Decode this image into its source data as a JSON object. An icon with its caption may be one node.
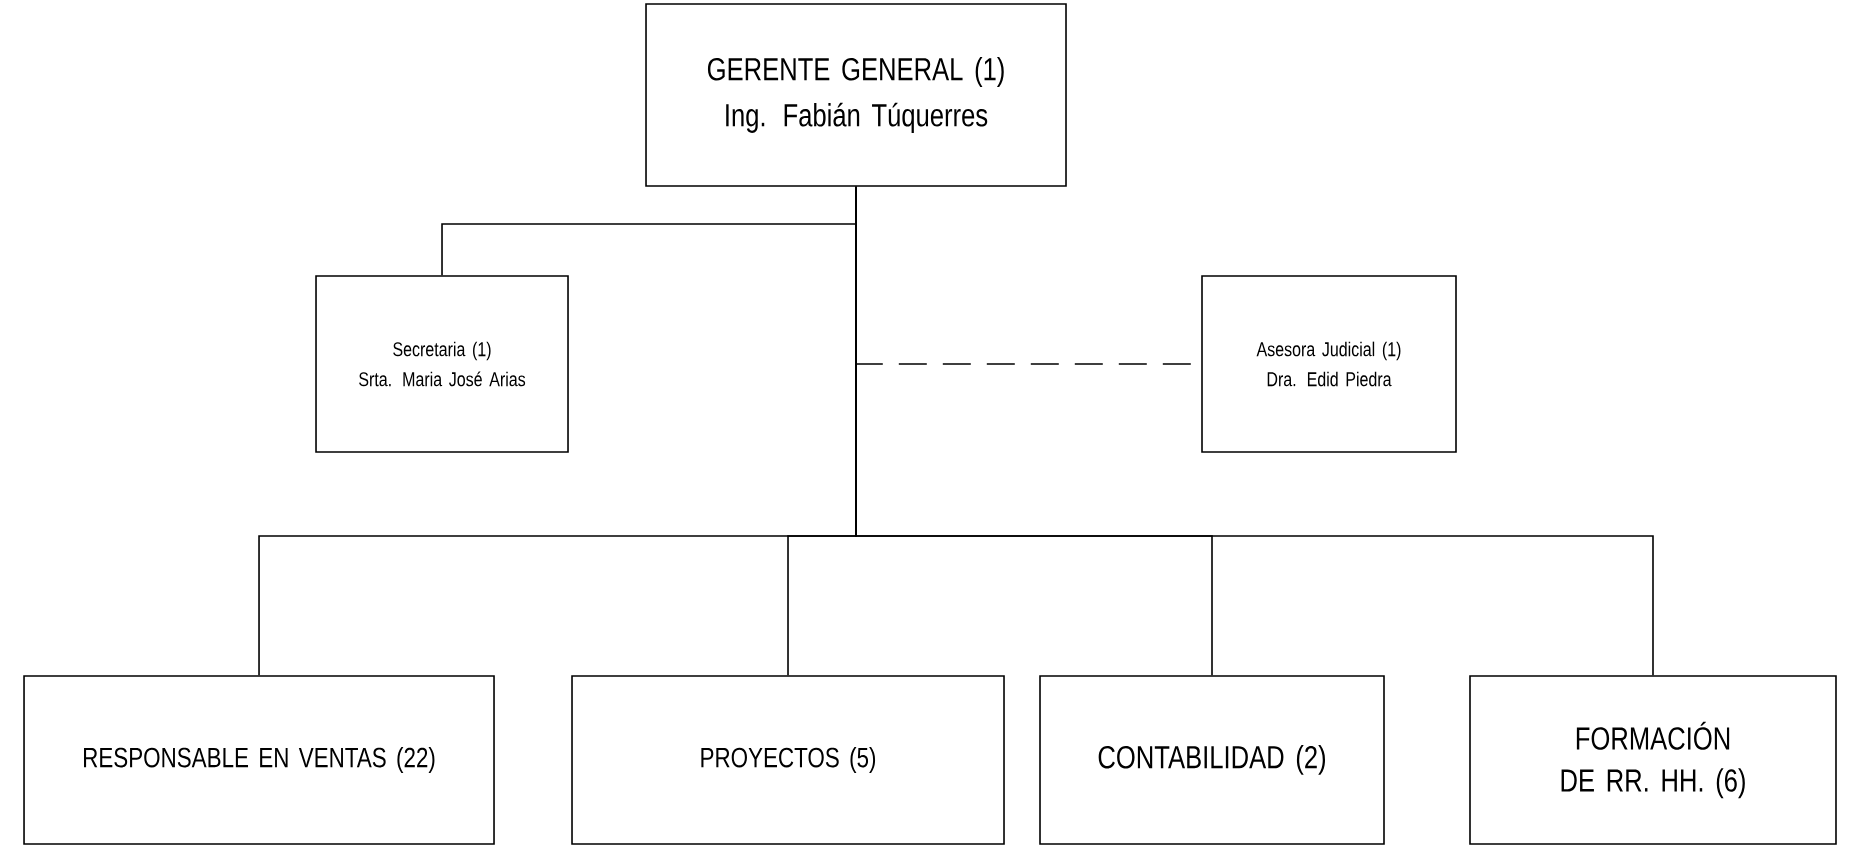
{
  "diagram": {
    "nodes": [
      {
        "text": [
          "GERENTE GENERAL (1)",
          "Ing. Fabián Túquerres"
        ]
      },
      {
        "text": [
          "Secretaria (1)",
          "Srta. Maria José Arias"
        ]
      },
      {
        "text": [
          "Asesora Judicial (1)",
          "Dra. Edid Piedra"
        ]
      },
      {
        "text": [
          "RESPONSABLE EN VENTAS (22)"
        ]
      },
      {
        "text": [
          "PROYECTOS (5)"
        ]
      },
      {
        "text": [
          "CONTABILIDAD (2)"
        ]
      },
      {
        "text": [
          "FORMACIÓN DE  RR. HH. (6)"
        ]
      }
    ],
    "edges": [
      {
        "from": 0,
        "to": 1,
        "arrow": "none"
      },
      {
        "from": 0,
        "to": 2,
        "arrow": "none",
        "style": "dashed"
      },
      {
        "from": 0,
        "to": 3,
        "arrow": "none"
      },
      {
        "from": 0,
        "to": 4,
        "arrow": "none"
      },
      {
        "from": 0,
        "to": 5,
        "arrow": "none"
      },
      {
        "from": 0,
        "to": 6,
        "arrow": "none"
      }
    ]
  }
}
